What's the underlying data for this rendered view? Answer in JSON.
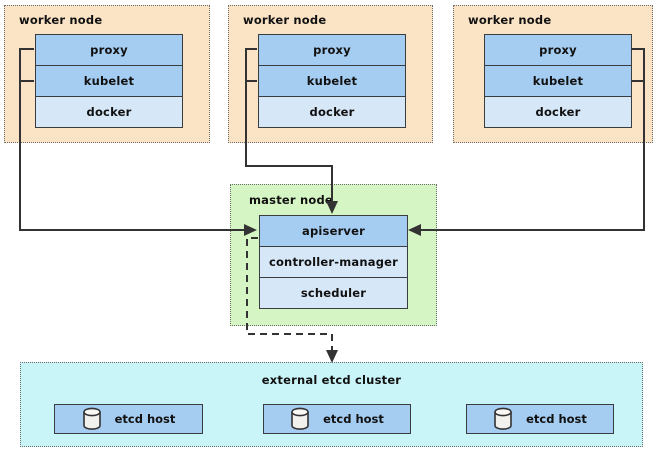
{
  "diagram": {
    "worker_nodes": [
      {
        "title": "worker node",
        "components": [
          "proxy",
          "kubelet",
          "docker"
        ]
      },
      {
        "title": "worker node",
        "components": [
          "proxy",
          "kubelet",
          "docker"
        ]
      },
      {
        "title": "worker node",
        "components": [
          "proxy",
          "kubelet",
          "docker"
        ]
      }
    ],
    "master_node": {
      "title": "master node",
      "components": [
        "apiserver",
        "controller-manager",
        "scheduler"
      ]
    },
    "etcd_cluster": {
      "title": "external etcd cluster",
      "hosts": [
        {
          "icon": "database-icon",
          "label": "etcd host"
        },
        {
          "icon": "database-icon",
          "label": "etcd host"
        },
        {
          "icon": "database-icon",
          "label": "etcd host"
        }
      ]
    },
    "colors": {
      "worker_bg": "#FBE4C6",
      "master_bg": "#D6F5C4",
      "etcd_bg": "#C9F5F8",
      "box_dark": "#A5CCF1",
      "box_light": "#D6E7F8",
      "line": "#333333",
      "text": "#111111"
    }
  }
}
